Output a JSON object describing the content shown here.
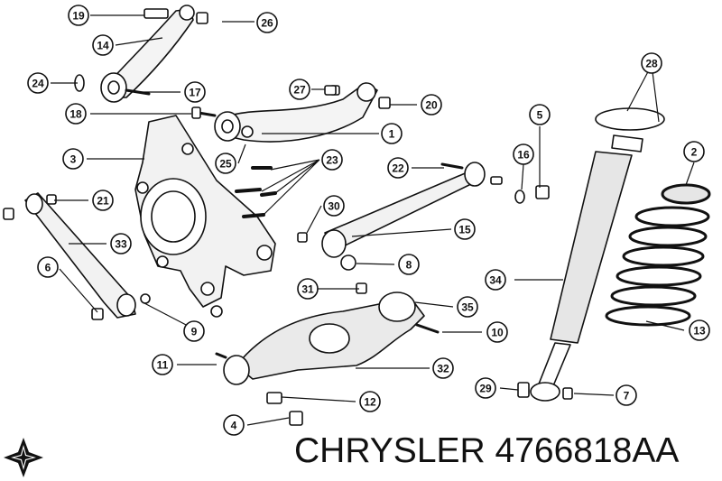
{
  "caption": {
    "brand": "CHRYSLER",
    "part_number": "4766818AA"
  },
  "callouts": [
    "19",
    "26",
    "14",
    "24",
    "17",
    "27",
    "20",
    "18",
    "1",
    "3",
    "25",
    "23",
    "22",
    "28",
    "5",
    "16",
    "2",
    "21",
    "30",
    "15",
    "33",
    "8",
    "6",
    "31",
    "35",
    "34",
    "9",
    "10",
    "13",
    "11",
    "32",
    "29",
    "7",
    "12",
    "4"
  ],
  "colors": {
    "line": "#111111",
    "fill": "#ffffff",
    "shade": "#d9d9d9"
  },
  "logo_icon": "pentastar-icon"
}
